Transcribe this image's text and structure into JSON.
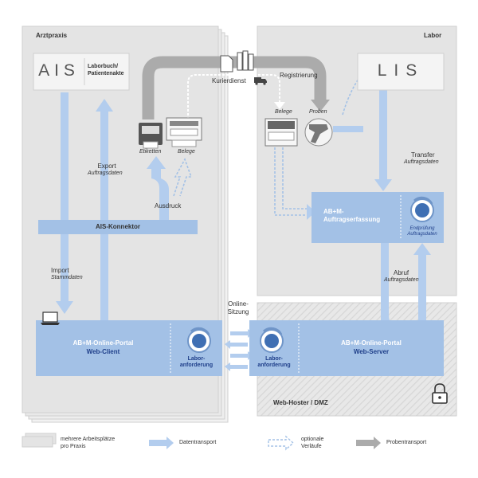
{
  "practice": {
    "title": "Arztpraxis",
    "ais": {
      "name": "AIS",
      "sub": "Laborbuch/\nPatientenakte"
    },
    "konnektor": "AIS-Konnektor",
    "export": {
      "label": "Export",
      "sub": "Auftragsdaten"
    },
    "import": {
      "label": "Import",
      "sub": "Stammdaten"
    },
    "etiketten": "Etiketten",
    "belege": "Belege",
    "ausdruck": "Ausdruck",
    "webclient": {
      "line1": "AB+M-Online-Portal",
      "line2": "Web-Client",
      "module": "Labor-\nanforderung"
    }
  },
  "lab": {
    "title": "Labor",
    "lis": {
      "name": "LIS"
    },
    "belege": "Belege",
    "proben": "Proben",
    "transfer": {
      "label": "Transfer",
      "sub": "Auftragsdaten"
    },
    "erfassung": {
      "line1": "AB+M-",
      "line2": "Auftragserfassung",
      "module": "Endprüfung\nAuftragsdaten"
    },
    "abruf": {
      "label": "Abruf",
      "sub": "Auftragsdaten"
    }
  },
  "middle": {
    "kurierdienst": "Kurierdienst",
    "registrierung": "Registrierung",
    "online_sitzung": "Online-\nSitzung"
  },
  "dmz": {
    "title": "Web-Hoster / DMZ",
    "webserver": {
      "line1": "AB+M-Online-Portal",
      "line2": "Web-Server",
      "module": "Labor-\nanforderung"
    }
  },
  "legend": {
    "arbeitsplaetze": "mehrere Arbeitsplätze\npro Praxis",
    "datentransport": "Datentransport",
    "optional": "optionale\nVerläufe",
    "probentransport": "Probentransport"
  },
  "colors": {
    "panel": "#e4e4e4",
    "panel_border": "#cfcfcf",
    "blue_box": "#a3c1e6",
    "blue_arrow": "#b3cdee",
    "navy": "#1f3f8a",
    "sample_arrow": "#a9a9a9"
  },
  "icons": [
    "document-icon",
    "files-icon",
    "truck-icon",
    "printer-icon",
    "label-printer-icon",
    "scanner-icon",
    "laptop-icon",
    "cycle-icon",
    "lock-icon"
  ]
}
